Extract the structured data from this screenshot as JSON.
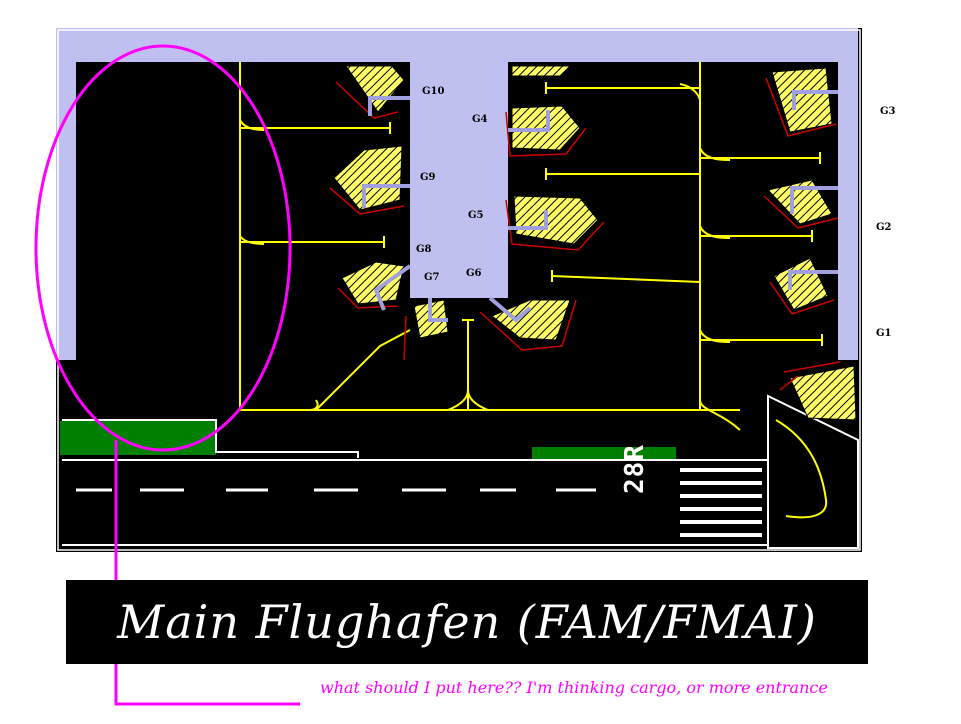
{
  "title": "Main Flughafen  (FAM/FMAI)",
  "note": "what should I put here??  I'm thinking cargo, or more entrance",
  "runway_label": "28R",
  "gates": [
    "G1",
    "G2",
    "G3",
    "G4",
    "G5",
    "G6",
    "G7",
    "G8",
    "G9",
    "G10"
  ],
  "colors": {
    "terminal": "#c0c0f0",
    "taxiway": "#ffff00",
    "stand": "#ffff55",
    "stand_edge": "#cc0000",
    "grass": "#008000",
    "annotation": "#ff00ff",
    "ground": "#000000"
  }
}
